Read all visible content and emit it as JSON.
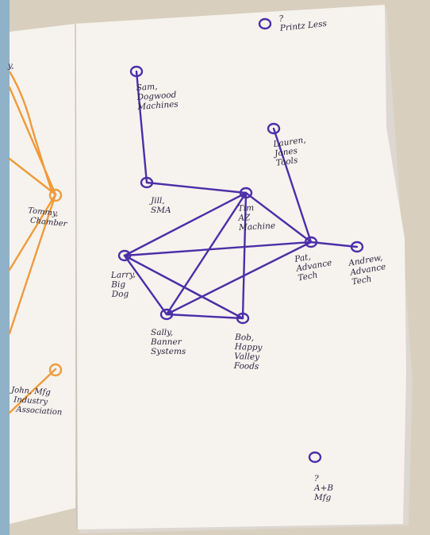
{
  "colors": {
    "background_table": "#d9cfbf",
    "left_frame": "#8fb2c9",
    "paper": "#f6f3ee",
    "paper_shadow": "#dcd7d0",
    "ink_purple": "#4b2fa8",
    "ink_orange": "#f09a3a"
  },
  "network": {
    "nodes": [
      {
        "id": "sam",
        "label_lines": [
          "Sam,",
          "Dogwood",
          "Machines"
        ]
      },
      {
        "id": "jill",
        "label_lines": [
          "Jill,",
          "SMA"
        ]
      },
      {
        "id": "tim",
        "label_lines": [
          "Tim",
          "AZ",
          "Machine"
        ]
      },
      {
        "id": "lauren",
        "label_lines": [
          "Lauren,",
          "Jones",
          "Tools"
        ]
      },
      {
        "id": "pat",
        "label_lines": [
          "Pat,",
          "Advance",
          "Tech"
        ]
      },
      {
        "id": "andrew",
        "label_lines": [
          "Andrew,",
          "Advance",
          "Tech"
        ]
      },
      {
        "id": "larry",
        "label_lines": [
          "Larry,",
          "Big",
          "Dog"
        ]
      },
      {
        "id": "sally",
        "label_lines": [
          "Sally,",
          "Banner",
          "Systems"
        ]
      },
      {
        "id": "bob",
        "label_lines": [
          "Bob,",
          "Happy",
          "Valley",
          "Foods"
        ]
      },
      {
        "id": "printz",
        "label_lines": [
          "?",
          "Printz Less"
        ]
      },
      {
        "id": "ab",
        "label_lines": [
          "?",
          "A+B",
          "Mfg"
        ]
      }
    ],
    "edges": [
      [
        "sam",
        "jill"
      ],
      [
        "jill",
        "tim"
      ],
      [
        "tim",
        "pat"
      ],
      [
        "lauren",
        "pat"
      ],
      [
        "pat",
        "andrew"
      ],
      [
        "larry",
        "tim"
      ],
      [
        "larry",
        "pat"
      ],
      [
        "larry",
        "sally"
      ],
      [
        "larry",
        "bob"
      ],
      [
        "sally",
        "tim"
      ],
      [
        "sally",
        "pat"
      ],
      [
        "sally",
        "bob"
      ],
      [
        "bob",
        "tim"
      ],
      [
        "bob",
        "larry"
      ]
    ]
  },
  "left_network": {
    "labels": [
      {
        "id": "tommy",
        "label_lines": [
          "Tommy,",
          "Chamber"
        ]
      },
      {
        "id": "john",
        "label_lines": [
          "John, Mfg",
          "Industry",
          "Association"
        ]
      },
      {
        "id": "top",
        "label_lines": [
          "y,"
        ]
      }
    ]
  }
}
